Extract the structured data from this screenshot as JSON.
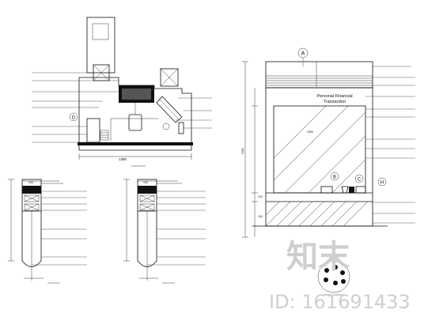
{
  "sign": {
    "line1": "Personal Financial",
    "line2": "Transaction"
  },
  "callouts": {
    "a": "A",
    "b": "B",
    "c": "C",
    "d": "D",
    "h": "H"
  },
  "dimensions": {
    "plan_width": "1390",
    "front_height": "2400",
    "glass_width": "2390",
    "base_1": "100",
    "base_2": "100",
    "base_3": "100",
    "base_4": "100"
  },
  "watermark": {
    "brand": "知末",
    "id": "ID: 161691433"
  },
  "colors": {
    "line": "#111111",
    "watermark": "#cfcfcf",
    "background": "#ffffff"
  }
}
